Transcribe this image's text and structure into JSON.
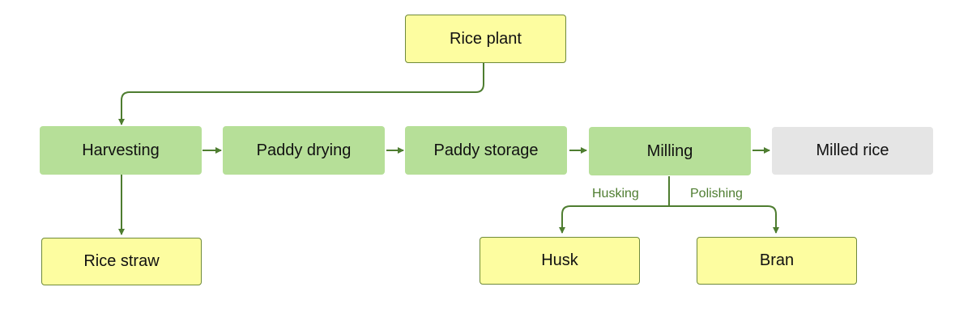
{
  "nodes": {
    "rice_plant": "Rice plant",
    "harvesting": "Harvesting",
    "paddy_drying": "Paddy drying",
    "paddy_storage": "Paddy storage",
    "milling": "Milling",
    "milled_rice": "Milled rice",
    "rice_straw": "Rice straw",
    "husk": "Husk",
    "bran": "Bran"
  },
  "edge_labels": {
    "husking": "Husking",
    "polishing": "Polishing"
  },
  "colors": {
    "connector": "#4e7d30",
    "source_product_fill": "#fdfda0",
    "process_fill": "#b6df98",
    "final_product_fill": "#e5e5e5"
  }
}
